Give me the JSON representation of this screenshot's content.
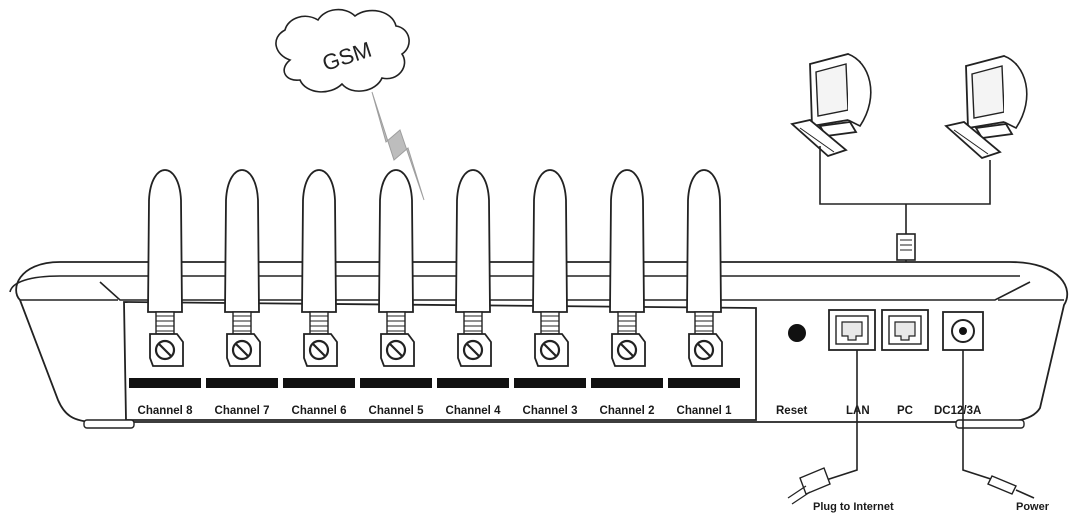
{
  "cloud": {
    "label": "GSM"
  },
  "channels": [
    {
      "label": "Channel 8"
    },
    {
      "label": "Channel 7"
    },
    {
      "label": "Channel 6"
    },
    {
      "label": "Channel 5"
    },
    {
      "label": "Channel 4"
    },
    {
      "label": "Channel 3"
    },
    {
      "label": "Channel 2"
    },
    {
      "label": "Channel 1"
    }
  ],
  "ports": {
    "reset": "Reset",
    "lan": "LAN",
    "pc": "PC",
    "dc": "DC12/3A"
  },
  "cables": {
    "internet": "Plug to Internet",
    "power": "Power"
  }
}
